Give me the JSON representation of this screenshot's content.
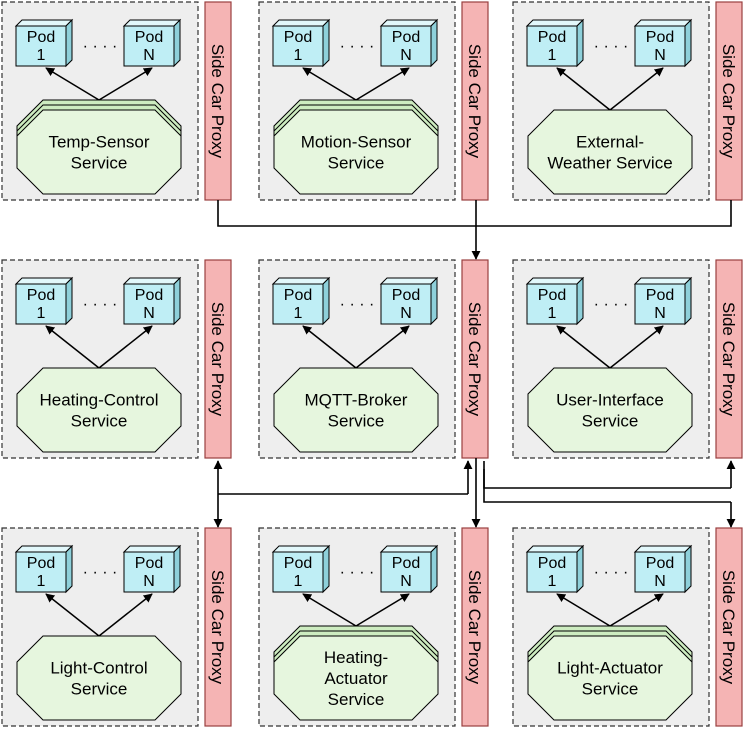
{
  "colors": {
    "cell_background": "#eeeeee",
    "cell_border": "#333333",
    "pod_fill": "#bfeef5",
    "pod_top": "#e2f8fb",
    "pod_side": "#8ed0da",
    "service_fill": "#e6f6de",
    "stack_fill": "#cdecc0",
    "proxy_fill": "#f5b4b4",
    "proxy_border": "#9a4040",
    "line": "#000000"
  },
  "pod_labels": {
    "first": [
      "Pod",
      "1"
    ],
    "last": [
      "Pod",
      "N"
    ],
    "ellipsis": "· · · ·"
  },
  "proxy_label": "Side Car Proxy",
  "services": [
    {
      "id": "temp-sensor",
      "label": [
        "Temp-Sensor",
        "Service"
      ],
      "shape": "stacked"
    },
    {
      "id": "motion-sensor",
      "label": [
        "Motion-Sensor",
        "Service"
      ],
      "shape": "stacked"
    },
    {
      "id": "external-weather",
      "label": [
        "External-",
        "Weather Service"
      ],
      "shape": "single"
    },
    {
      "id": "heating-control",
      "label": [
        "Heating-Control",
        "Service"
      ],
      "shape": "single"
    },
    {
      "id": "mqtt-broker",
      "label": [
        "MQTT-Broker",
        "Service"
      ],
      "shape": "single"
    },
    {
      "id": "user-interface",
      "label": [
        "User-Interface",
        "Service"
      ],
      "shape": "single"
    },
    {
      "id": "light-control",
      "label": [
        "Light-Control",
        "Service"
      ],
      "shape": "single"
    },
    {
      "id": "heating-actuator",
      "label": [
        "Heating-",
        "Actuator",
        "Service"
      ],
      "shape": "stacked"
    },
    {
      "id": "light-actuator",
      "label": [
        "Light-Actuator",
        "Service"
      ],
      "shape": "stacked"
    }
  ]
}
